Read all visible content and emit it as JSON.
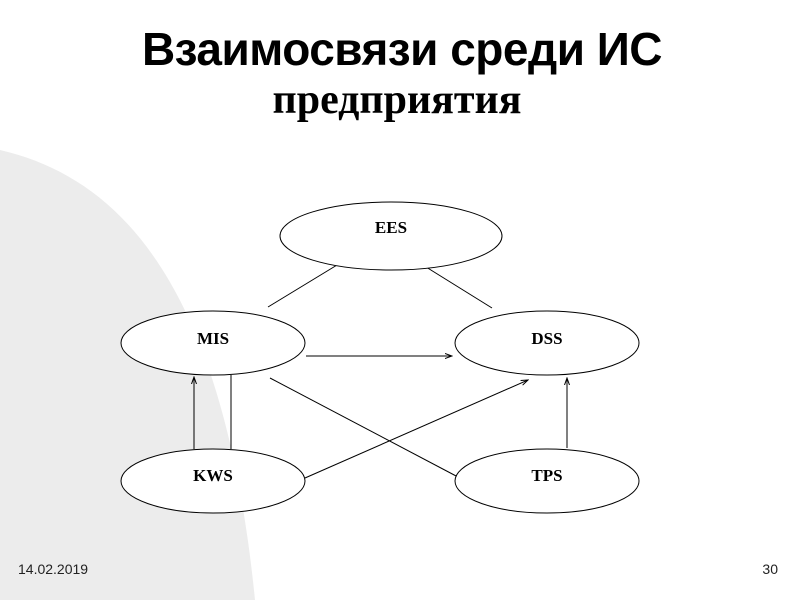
{
  "slide": {
    "title_line1": "Взаимосвязи среди ИС",
    "title_line2": "предприятия",
    "date": "14.02.2019",
    "page_number": "30"
  },
  "diagram": {
    "nodes": {
      "ees": "EES",
      "mis": "MIS",
      "dss": "DSS",
      "kws": "KWS",
      "tps": "TPS"
    }
  },
  "colors": {
    "background": "#ffffff",
    "decor_arc": "#e9e9e9",
    "stroke": "#000000"
  }
}
